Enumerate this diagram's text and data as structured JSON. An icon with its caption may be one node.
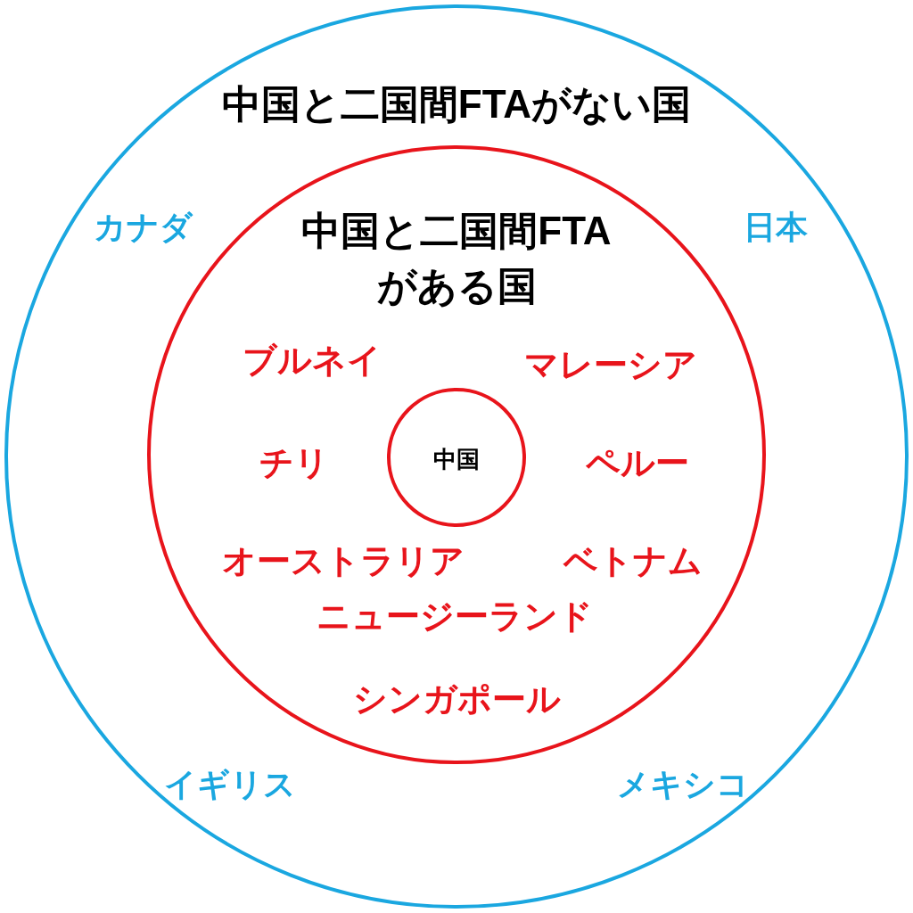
{
  "diagram": {
    "nodes": [
      {
        "text": [
          "中国と二国間FTAがない国",
          "カナダ",
          "日本",
          "イギリス",
          "メキシコ"
        ]
      },
      {
        "text": [
          "中国と二国間FTAがある国",
          "ブルネイ",
          "マレーシア",
          "チリ",
          "ペルー",
          "オーストラリア",
          "ベトナム",
          "ニュージーランド",
          "シンガポール"
        ],
        "in": 0
      },
      {
        "text": [
          "中国"
        ],
        "in": 1
      }
    ]
  }
}
